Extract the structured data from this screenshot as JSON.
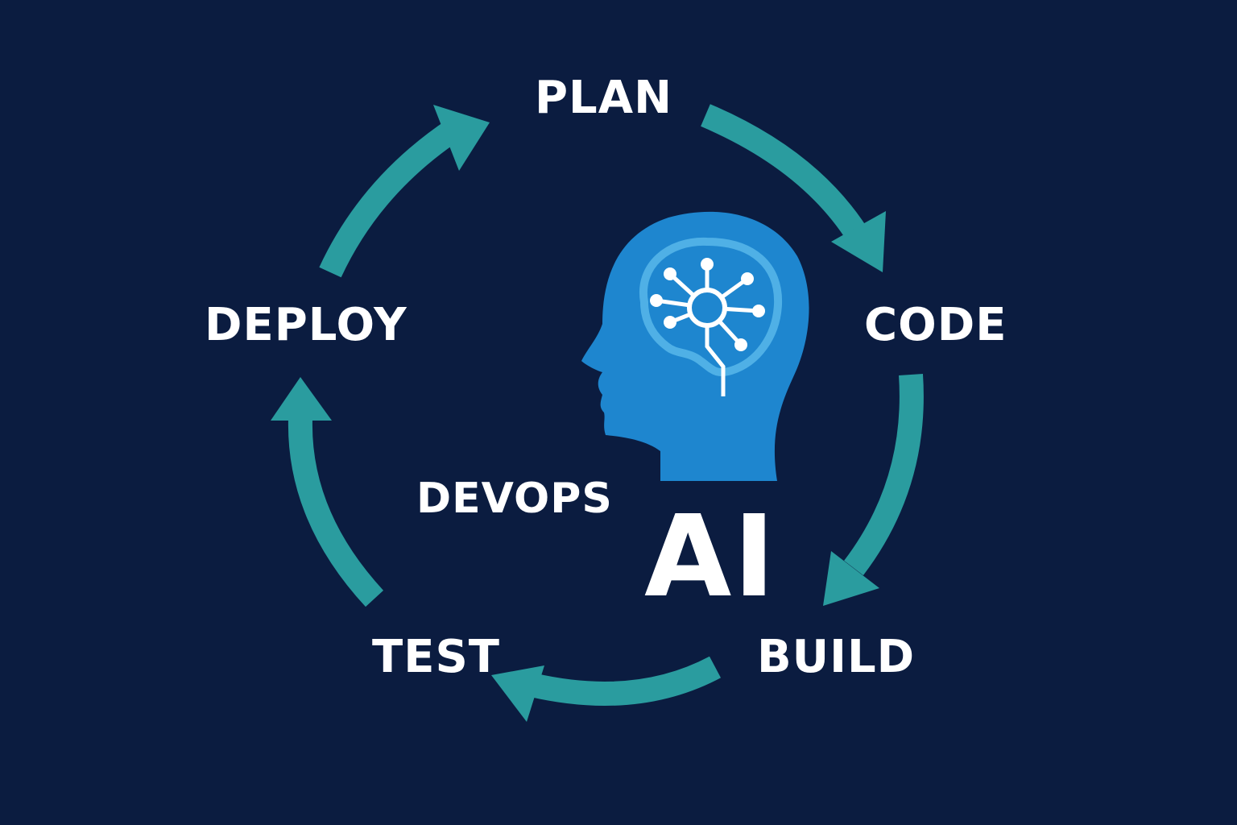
{
  "colors": {
    "background": "#0b1c40",
    "arrow": "#2a9c9f",
    "head": "#1e86cf",
    "brain": "#4fb0e6",
    "text": "#ffffff"
  },
  "stages": [
    {
      "label": "PLAN"
    },
    {
      "label": "CODE"
    },
    {
      "label": "BUILD"
    },
    {
      "label": "TEST"
    },
    {
      "label": "DEPLOY"
    }
  ],
  "center": {
    "subtitle": "DEVOPS",
    "title": "AI",
    "icon": "ai-head-network-icon"
  }
}
